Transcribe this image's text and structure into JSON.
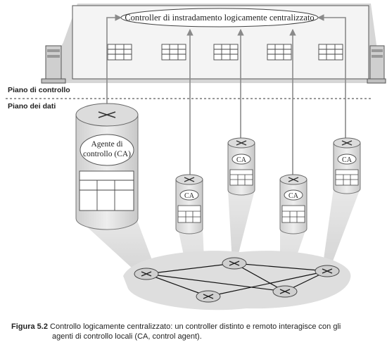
{
  "controller": {
    "label": "Controller di instradamento logicamente centralizzato"
  },
  "planes": {
    "control": "Piano di controllo",
    "data": "Piano dei dati"
  },
  "agent": {
    "line1": "Agente di",
    "line2": "controllo (CA)"
  },
  "ca_label": "CA",
  "caption": {
    "number": "Figura 5.2",
    "line1": "Controllo logicamente centralizzato: un controller distinto e remoto interagisce con gli",
    "line2": "agenti di controllo locali (CA, control agent)."
  },
  "colors": {
    "gray_fill": "#d9d9d9",
    "light_fill": "#f2f2f2",
    "stroke": "#333333"
  }
}
